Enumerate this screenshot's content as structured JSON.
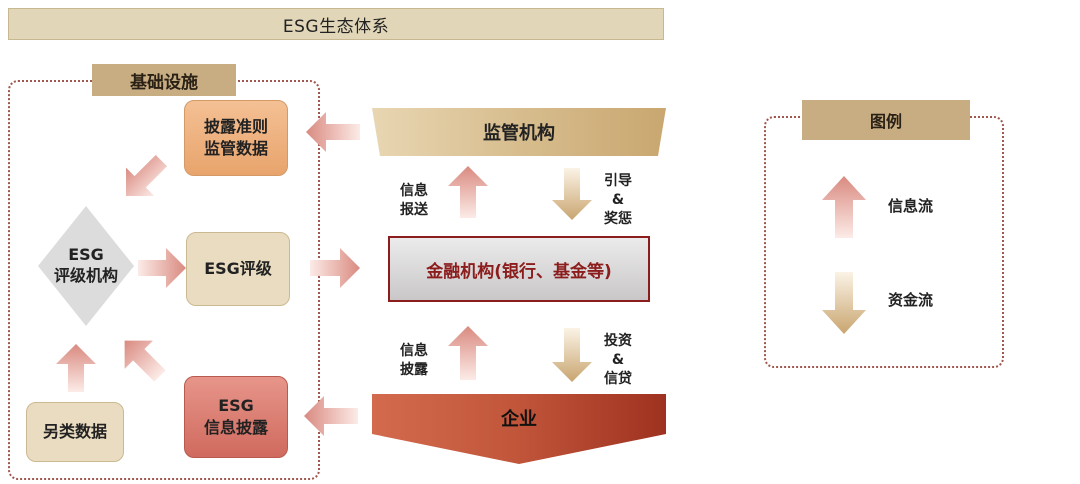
{
  "title": "ESG生态体系",
  "infrastructure": {
    "label": "基础设施",
    "disclosure_rules": [
      "披露准则",
      "监管数据"
    ],
    "rating_agency": [
      "ESG",
      "评级机构"
    ],
    "esg_rating": "ESG评级",
    "alt_data": "另类数据",
    "esg_disclosure": [
      "ESG",
      "信息披露"
    ]
  },
  "regulator": "监管机构",
  "financial": "金融机构(银行、基金等)",
  "enterprise": "企业",
  "flow_labels": {
    "report_up": [
      "信息",
      "报送"
    ],
    "guide_down": [
      "引导",
      "&",
      "奖惩"
    ],
    "disclose_up": [
      "信息",
      "披露"
    ],
    "invest_down": [
      "投资",
      "&",
      "信贷"
    ]
  },
  "legend": {
    "title": "图例",
    "info_flow": "信息流",
    "fund_flow": "资金流"
  },
  "colors": {
    "info_arrow_top": "#d9887e",
    "info_arrow_bottom": "#fbe9e5",
    "fund_arrow_top": "#fbf3e6",
    "fund_arrow_bottom": "#c9a56f",
    "financial_border": "#8c1d1d",
    "enterprise_fill": "#b4442e"
  }
}
